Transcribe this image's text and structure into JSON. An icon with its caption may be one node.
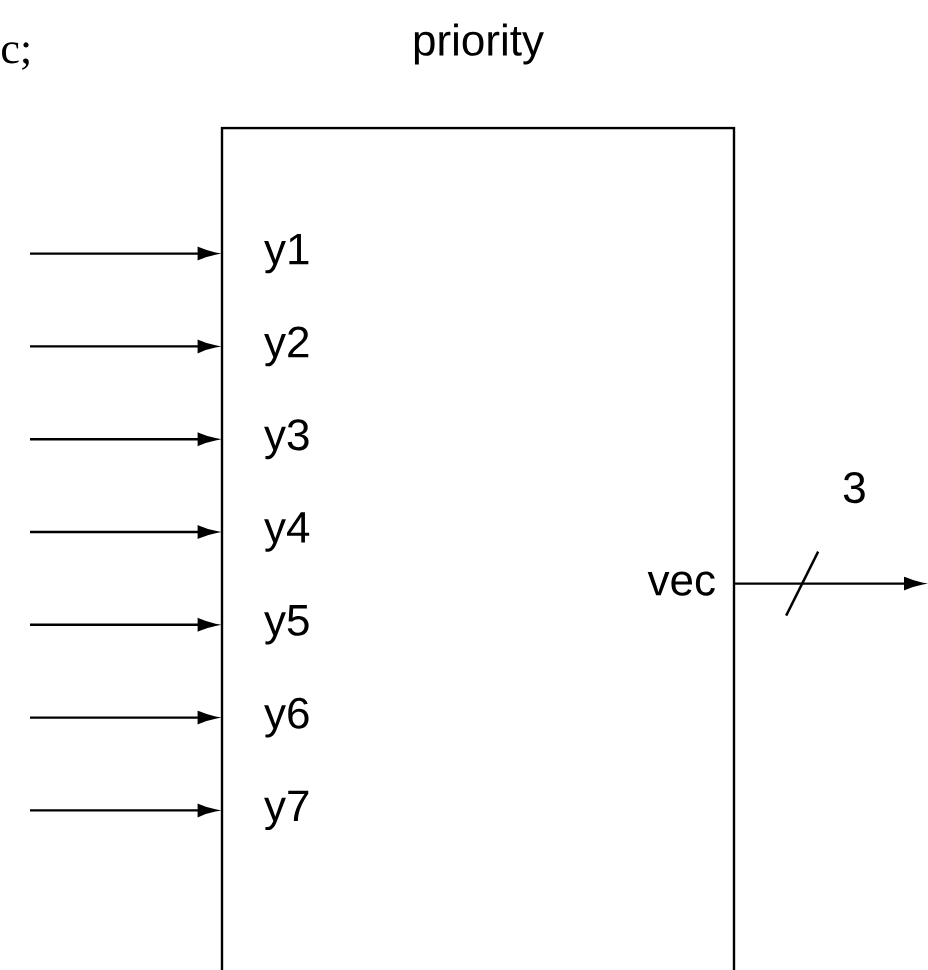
{
  "diagram": {
    "nodes": [
      {
        "text": [
          "priority"
        ]
      },
      {
        "text": [
          "y1"
        ],
        "in": 0
      },
      {
        "text": [
          "y2"
        ],
        "in": 0
      },
      {
        "text": [
          "y3"
        ],
        "in": 0
      },
      {
        "text": [
          "y4"
        ],
        "in": 0
      },
      {
        "text": [
          "y5"
        ],
        "in": 0
      },
      {
        "text": [
          "y6"
        ],
        "in": 0
      },
      {
        "text": [
          "y7"
        ],
        "in": 0
      },
      {
        "text": [
          "vec"
        ],
        "in": 0
      }
    ],
    "edges": [
      {
        "from": null,
        "to": 1,
        "arrow": "to"
      },
      {
        "from": null,
        "to": 2,
        "arrow": "to"
      },
      {
        "from": null,
        "to": 3,
        "arrow": "to"
      },
      {
        "from": null,
        "to": 4,
        "arrow": "to"
      },
      {
        "from": null,
        "to": 5,
        "arrow": "to"
      },
      {
        "from": null,
        "to": 6,
        "arrow": "to"
      },
      {
        "from": null,
        "to": 7,
        "arrow": "to"
      },
      {
        "from": 8,
        "to": null,
        "arrow": "to",
        "label": "3"
      }
    ],
    "labels": [
      "c;"
    ]
  }
}
